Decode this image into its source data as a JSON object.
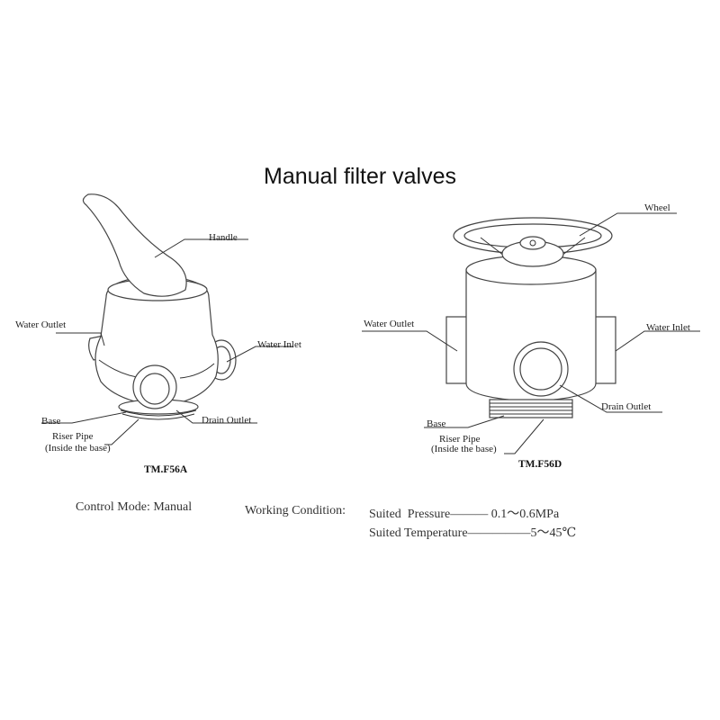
{
  "title": "Manual filter valves",
  "left_valve": {
    "model": "TM.F56A",
    "labels": {
      "handle": "Handle",
      "water_outlet": "Water Outlet",
      "water_inlet": "Water Inlet",
      "drain_outlet": "Drain Outlet",
      "base": "Base",
      "riser_pipe_1": "Riser Pipe",
      "riser_pipe_2": "(Inside the base)"
    }
  },
  "right_valve": {
    "model": "TM.F56D",
    "labels": {
      "wheel": "Wheel",
      "water_outlet": "Water Outlet",
      "water_inlet": "Water Inlet",
      "drain_outlet": "Drain Outlet",
      "base": "Base",
      "riser_pipe_1": "Riser Pipe",
      "riser_pipe_2": "(Inside the base)"
    }
  },
  "specs": {
    "control_mode": "Control Mode: Manual",
    "working_condition": "Working Condition:",
    "pressure_label": "Suited  Pressure——— 0.1～0.6MPa",
    "temperature_label": "Suited Temperature—————5～45℃"
  }
}
